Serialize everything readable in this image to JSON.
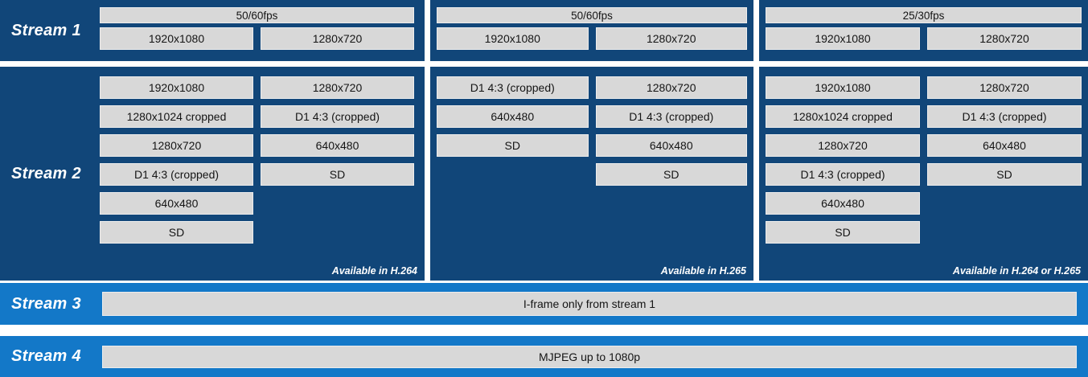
{
  "colors": {
    "panel_dark_blue": "#114679",
    "row_light_blue": "#1378C8",
    "box_gray": "#D8D8D8",
    "label_text": "#FFFFFF",
    "box_text": "#151515"
  },
  "stream1": {
    "label": "Stream 1",
    "panels": [
      {
        "fps": "50/60fps",
        "resolutions": [
          "1920x1080",
          "1280x720"
        ]
      },
      {
        "fps": "50/60fps",
        "resolutions": [
          "1920x1080",
          "1280x720"
        ]
      },
      {
        "fps": "25/30fps",
        "resolutions": [
          "1920x1080",
          "1280x720"
        ]
      }
    ]
  },
  "stream2": {
    "label": "Stream 2",
    "panels": [
      {
        "col1": [
          "1920x1080",
          "1280x1024 cropped",
          "1280x720",
          "D1 4:3 (cropped)",
          "640x480",
          "SD"
        ],
        "col2": [
          "1280x720",
          "D1 4:3 (cropped)",
          "640x480",
          "SD"
        ],
        "note": "Available in H.264"
      },
      {
        "col1": [
          "D1 4:3 (cropped)",
          "640x480",
          "SD"
        ],
        "col2": [
          "1280x720",
          "D1 4:3 (cropped)",
          "640x480",
          "SD"
        ],
        "note": "Available in H.265"
      },
      {
        "col1": [
          "1920x1080",
          "1280x1024 cropped",
          "1280x720",
          "D1 4:3 (cropped)",
          "640x480",
          "SD"
        ],
        "col2": [
          "1280x720",
          "D1 4:3 (cropped)",
          "640x480",
          "SD"
        ],
        "note": "Available in H.264 or H.265"
      }
    ]
  },
  "stream3": {
    "label": "Stream 3",
    "value": "I-frame only from stream 1"
  },
  "stream4": {
    "label": "Stream 4",
    "value": "MJPEG up to 1080p"
  }
}
